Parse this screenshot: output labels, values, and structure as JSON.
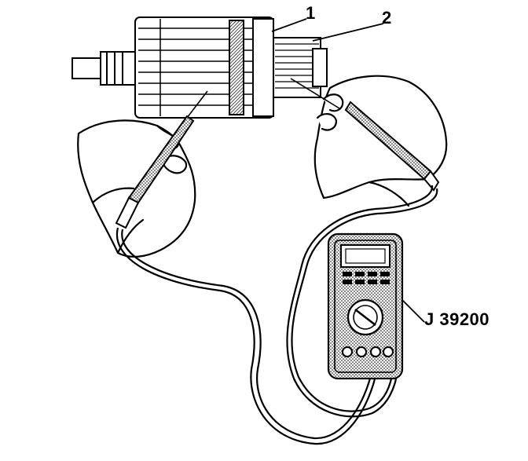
{
  "callouts": {
    "item_1": "1",
    "item_2": "2",
    "tool": "J 39200"
  },
  "colors": {
    "ink": "#000000",
    "paper": "#ffffff",
    "shade": "#888888"
  }
}
